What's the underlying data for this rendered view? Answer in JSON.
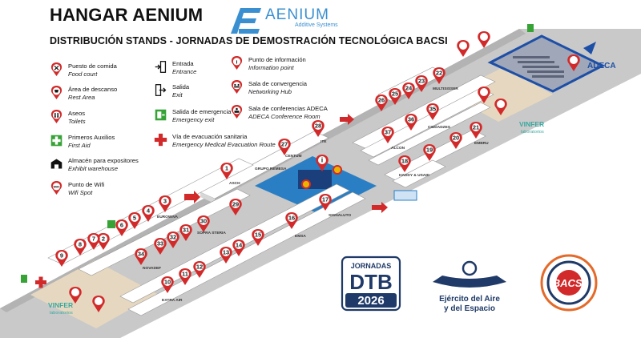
{
  "header": {
    "title": "HANGAR AENIUM",
    "subtitle": "DISTRIBUCIÓN STANDS - JORNADAS DE DEMOSTRACIÓN TECNOLÓGICA BACSI",
    "brand": {
      "name": "AENIUM",
      "tagline": "Additive Systems"
    }
  },
  "legend": {
    "col1": [
      {
        "icon": "food-court-icon",
        "es": "Puesto de comida",
        "en": "Food court"
      },
      {
        "icon": "rest-area-icon",
        "es": "Área de descanso",
        "en": "Rest Area"
      },
      {
        "icon": "toilets-icon",
        "es": "Aseos",
        "en": "Toilets"
      },
      {
        "icon": "first-aid-icon",
        "es": "Primeros Auxilios",
        "en": "First Aid"
      },
      {
        "icon": "warehouse-icon",
        "es": "Almacén para expositores",
        "en": "Exhibit warehouse"
      },
      {
        "icon": "wifi-icon",
        "es": "Punto de Wifi",
        "en": "Wifi Spot"
      }
    ],
    "col2": [
      {
        "icon": "entrance-icon",
        "es": "Entrada",
        "en": "Entrance"
      },
      {
        "icon": "exit-icon",
        "es": "Salida",
        "en": "Exit"
      },
      {
        "icon": "emergency-exit-icon",
        "es": "Salida de emergencia",
        "en": "Emergency exit"
      },
      {
        "icon": "medical-route-icon",
        "es": "Vía de evacuación sanitaria",
        "en": "Emergency Medical Evacuation Route"
      }
    ],
    "col3": [
      {
        "icon": "info-point-icon",
        "es": "Punto de información",
        "en": "Information point"
      },
      {
        "icon": "networking-icon",
        "es": "Sala de convergencia",
        "en": "Networking Hub"
      },
      {
        "icon": "conference-icon",
        "es": "Sala de conferencias ADECA",
        "en": "ADECA Conference Room"
      }
    ]
  },
  "stands": {
    "s1": "1",
    "s2": "2",
    "s3": "3",
    "s4": "4",
    "s5": "5",
    "s6": "6",
    "s7": "7",
    "s8": "8",
    "s9": "9",
    "s10": "10",
    "s11": "11",
    "s12": "12",
    "s13": "13",
    "s14": "14",
    "s15": "15",
    "s16": "16",
    "s17": "17",
    "s18": "18",
    "s19": "19",
    "s20": "20",
    "s21": "21",
    "s22": "22",
    "s23": "23",
    "s24": "24",
    "s25": "25",
    "s26": "26",
    "s27": "27",
    "s28": "28",
    "s29": "29",
    "s30": "30",
    "s31": "31",
    "s32": "32",
    "s33": "33",
    "s34": "34",
    "s35": "35",
    "s36": "36",
    "s37": "37"
  },
  "stand_names": {
    "asch": "ASCH",
    "grupo_remesa": "GRUPO REMESA",
    "centum": "CENTUM",
    "ite": "ITE",
    "eurowiva": "EUROWIVA",
    "sopra_steria": "SOPRA STERIA",
    "novadef": "NOVADEF",
    "extra_air": "EXTRA AIR",
    "emsa": "EMSA",
    "signaluto": "SIGNALUTO",
    "alcon": "ALCON",
    "ciudadzes": "CIUDADZES",
    "multisisser": "MULTISISSER",
    "haddy_usaid": "HADDY & USAID",
    "embru": "EMBRU"
  },
  "partners": {
    "adeca": "ADECA",
    "vinfer": "VINFER",
    "vinfer_sub": "laboratorios",
    "dtb_top": "JORNADAS",
    "dtb_mid": "DTB",
    "dtb_year": "2026",
    "ea_line1": "Ejército del Aire",
    "ea_line2": "y del Espacio",
    "bacsi": "BACSI"
  },
  "colors": {
    "floor": "#c9c9c9",
    "floor_dark": "#a9a9a9",
    "stand_top": "#ffffff",
    "stand_side": "#d7d7d7",
    "rest_area": "#e6d8c0",
    "carpet": "#2a7fc4",
    "adeca_blue": "#1e4fa6",
    "accent_red": "#d22a2a",
    "green": "#37a337",
    "navy": "#1f3a68"
  }
}
